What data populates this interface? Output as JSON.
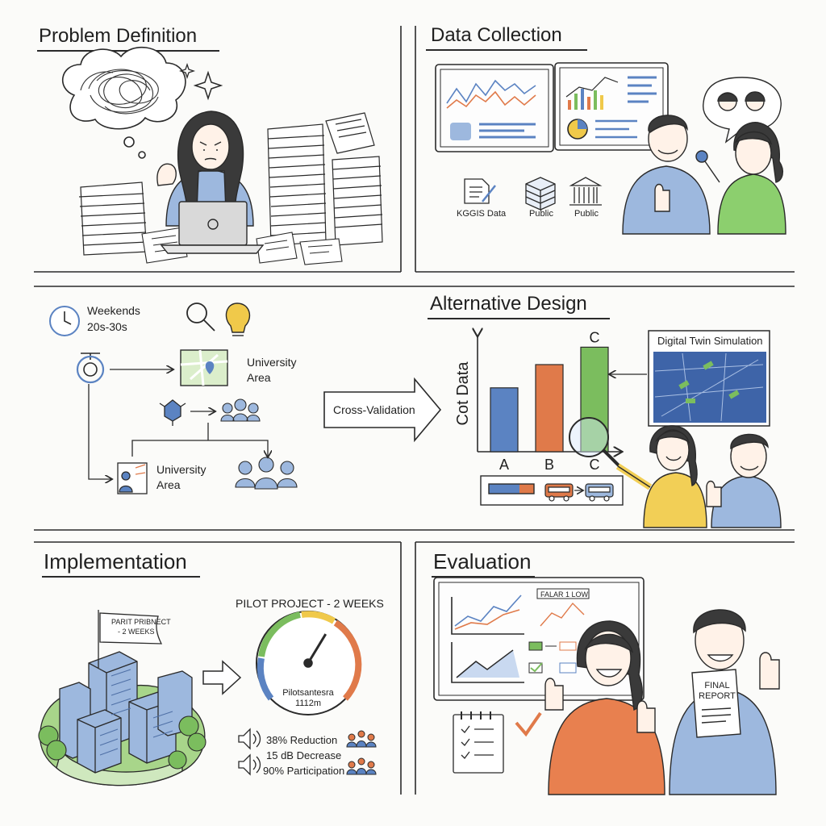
{
  "palette": {
    "blue": "#5b83c2",
    "orange": "#e07a4a",
    "green": "#7bbd5e",
    "yellow": "#f0c94a",
    "ink": "#2a2a2a",
    "paper": "#fbfbf9"
  },
  "sections": {
    "problem_definition": {
      "title": "Problem Definition"
    },
    "data_collection": {
      "title": "Data Collection",
      "sources": [
        "KGGIS Data",
        "Public",
        "Public"
      ]
    },
    "process": {
      "note_line1": "Weekends",
      "note_line2": "20s-30s",
      "location_top_line1": "University",
      "location_top_line2": "Area",
      "location_bottom_line1": "University",
      "location_bottom_line2": "Area",
      "cross_validation_label": "Cross-Validation"
    },
    "alternative_design": {
      "title": "Alternative Design",
      "simulation_title": "Digital Twin Simulation"
    },
    "implementation": {
      "title": "Implementation",
      "flag_line1": "PARIT PRIBNECT",
      "flag_line2": "- 2 WEEKS",
      "pilot_title": "PILOT PROJECT - 2 WEEKS",
      "gauge_line1": "Pilotsantesra",
      "gauge_line2": "1112m",
      "gauge_level": 0.62,
      "results": [
        "38% Reduction",
        "15 dB Decrease",
        "90% Participation"
      ]
    },
    "evaluation": {
      "title": "Evaluation",
      "board_label": "FALAR 1 LOW",
      "report_line1": "FINAL",
      "report_line2": "REPORT"
    }
  },
  "chart_data": {
    "type": "bar",
    "title": "",
    "ylabel": "Cot Data",
    "xlabel": "",
    "categories": [
      "A",
      "B",
      "C"
    ],
    "values": [
      55,
      75,
      90
    ],
    "ylim": [
      0,
      100
    ],
    "bar_colors": [
      "#5b83c2",
      "#e07a4a",
      "#7bbd5e"
    ],
    "annotations": [
      "C"
    ],
    "grid": false
  }
}
